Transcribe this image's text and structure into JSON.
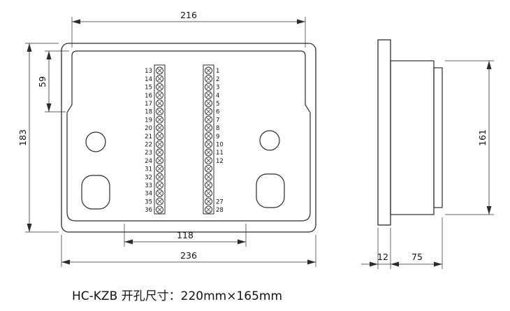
{
  "caption": {
    "text": "HC-KZB 开孔尺寸：220mm×165mm"
  },
  "dimensions": {
    "top_width": "216",
    "overall_height": "183",
    "step_height": "59",
    "terminal_span": "118",
    "overall_width": "236",
    "side_height": "161",
    "flange_thickness": "12",
    "body_depth": "75"
  },
  "terminals": {
    "left_labels": [
      "13",
      "14",
      "15",
      "16",
      "17",
      "18",
      "19",
      "20",
      "21",
      "22",
      "23",
      "24",
      "31",
      "32",
      "33",
      "34",
      "35",
      "36"
    ],
    "right_labels": [
      "1",
      "2",
      "3",
      "4",
      "5",
      "6",
      "7",
      "8",
      "9",
      "10",
      "11",
      "12",
      "",
      "",
      "",
      "",
      "27",
      "28"
    ]
  }
}
